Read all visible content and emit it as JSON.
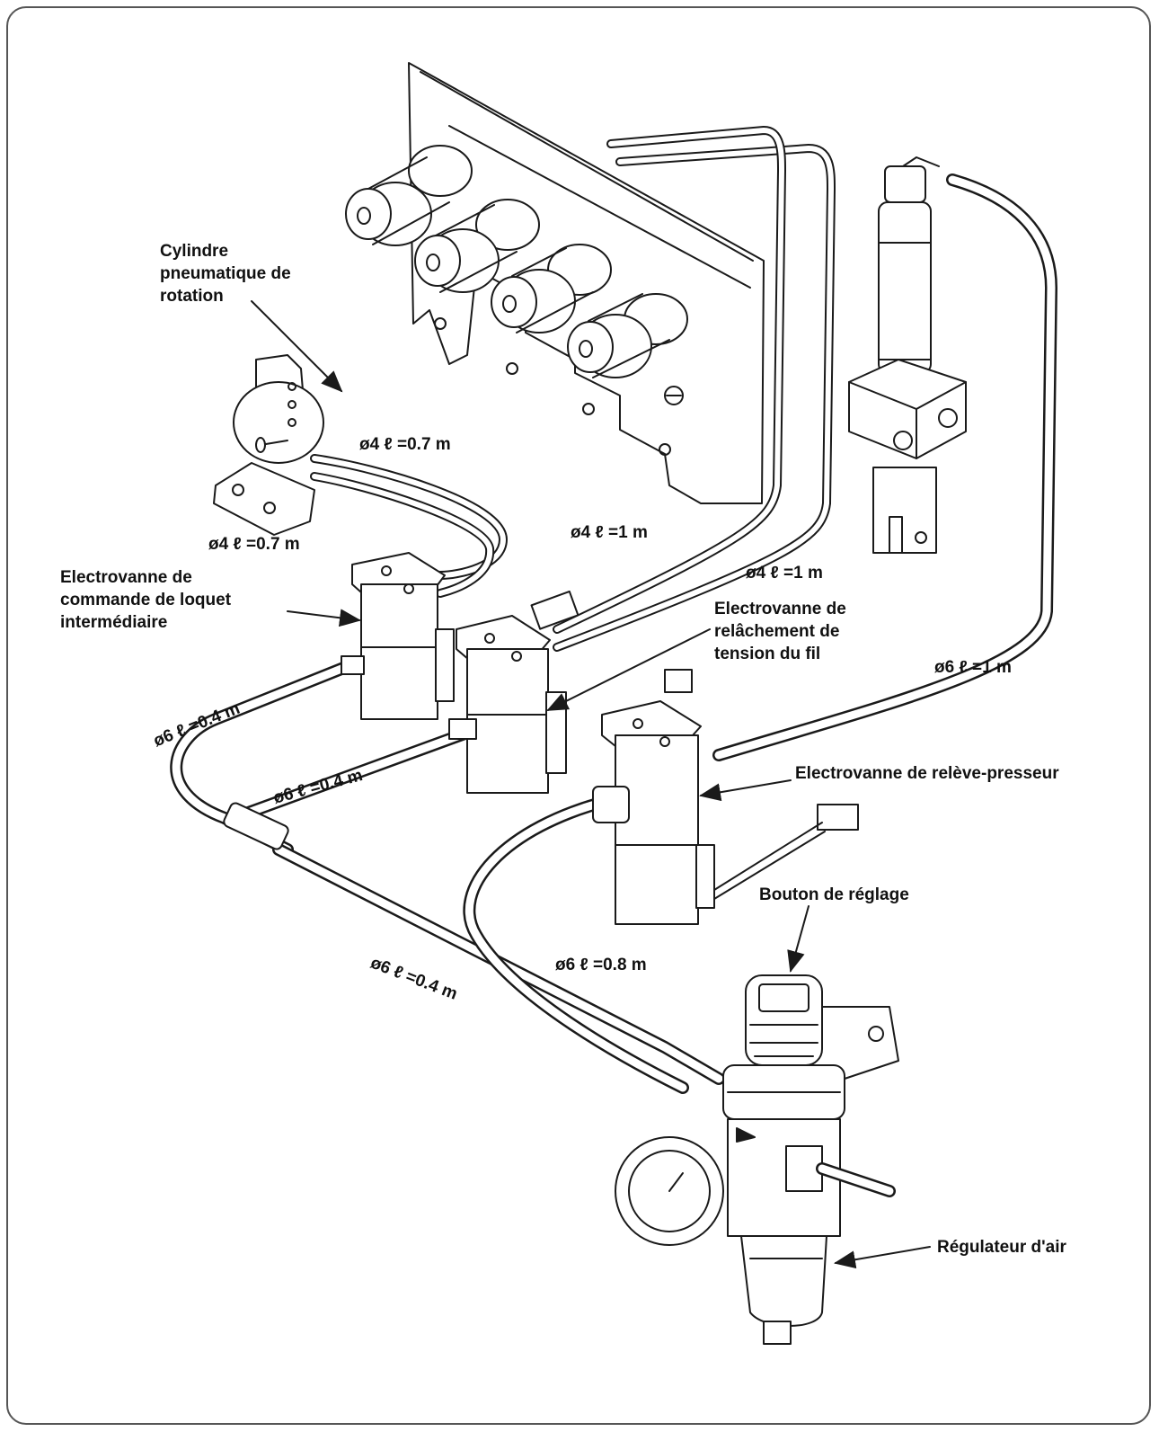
{
  "labels": {
    "rotation_cylinder": "Cylindre\npneumatique de\nrotation",
    "latch_valve": "Electrovanne de\ncommande de loquet\nintermédiaire",
    "thread_valve": "Electrovanne de\nrelâchement de\ntension du fil",
    "presser_valve": "Electrovanne de relève-presseur",
    "adjust_knob": "Bouton de réglage",
    "air_regulator": "Régulateur d'air"
  },
  "tubes": {
    "t1": "ø4  ℓ =0.7 m",
    "t2": "ø4  ℓ =0.7 m",
    "t3": "ø4  ℓ =1 m",
    "t4": "ø4  ℓ =1 m",
    "t5": "ø6  ℓ =1 m",
    "t6": "ø6  ℓ =0.4 m",
    "t7": "ø6  ℓ =0.4 m",
    "t8": "ø6  ℓ =0.8 m",
    "t9": "ø6  ℓ =0.4 m"
  },
  "colors": {
    "line": "#1a1a1a",
    "frame": "#555555",
    "background": "#ffffff"
  }
}
